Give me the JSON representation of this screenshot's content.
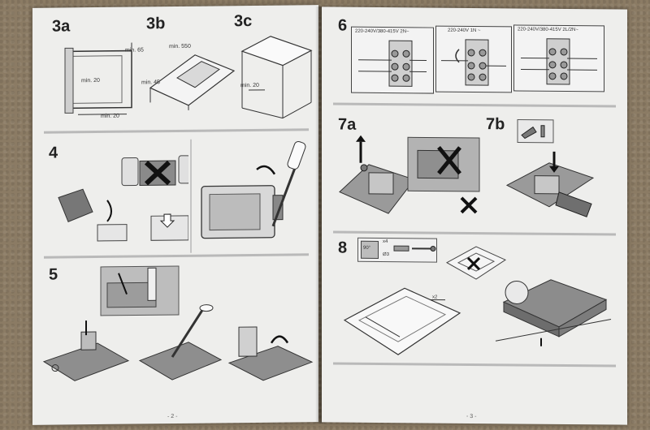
{
  "left_page": {
    "steps": {
      "s3a": "3a",
      "s3b": "3b",
      "s3c": "3c",
      "s4": "4",
      "s5": "5"
    },
    "labels_3a": {
      "min65": "min. 65",
      "min20_mid": "min. 20",
      "min20_bot": "min. 20"
    },
    "labels_3b": {
      "min550": "min. 550",
      "min45": "min. 45"
    },
    "labels_3c": {
      "min20": "min. 20"
    },
    "page_number": "- 2 -"
  },
  "right_page": {
    "steps": {
      "s6": "6",
      "s7a": "7a",
      "s7b": "7b",
      "s8": "8"
    },
    "wiring": [
      {
        "voltage": "220-240V/380-415V 2N~"
      },
      {
        "voltage": "220-240V 1N ~"
      },
      {
        "voltage": "220-240V/380-415V 2L/2N~"
      }
    ],
    "labels_8": {
      "x4": "x4",
      "d3": "Ø3",
      "deg90": "90°",
      "x2": "x2"
    },
    "page_number": "- 3 -"
  },
  "colors": {
    "carpet": "#8b7b64",
    "paper": "#eeeeec",
    "ink": "#222222",
    "divider": "#b9b9b9",
    "panel_gray": "#9a9a9a"
  }
}
